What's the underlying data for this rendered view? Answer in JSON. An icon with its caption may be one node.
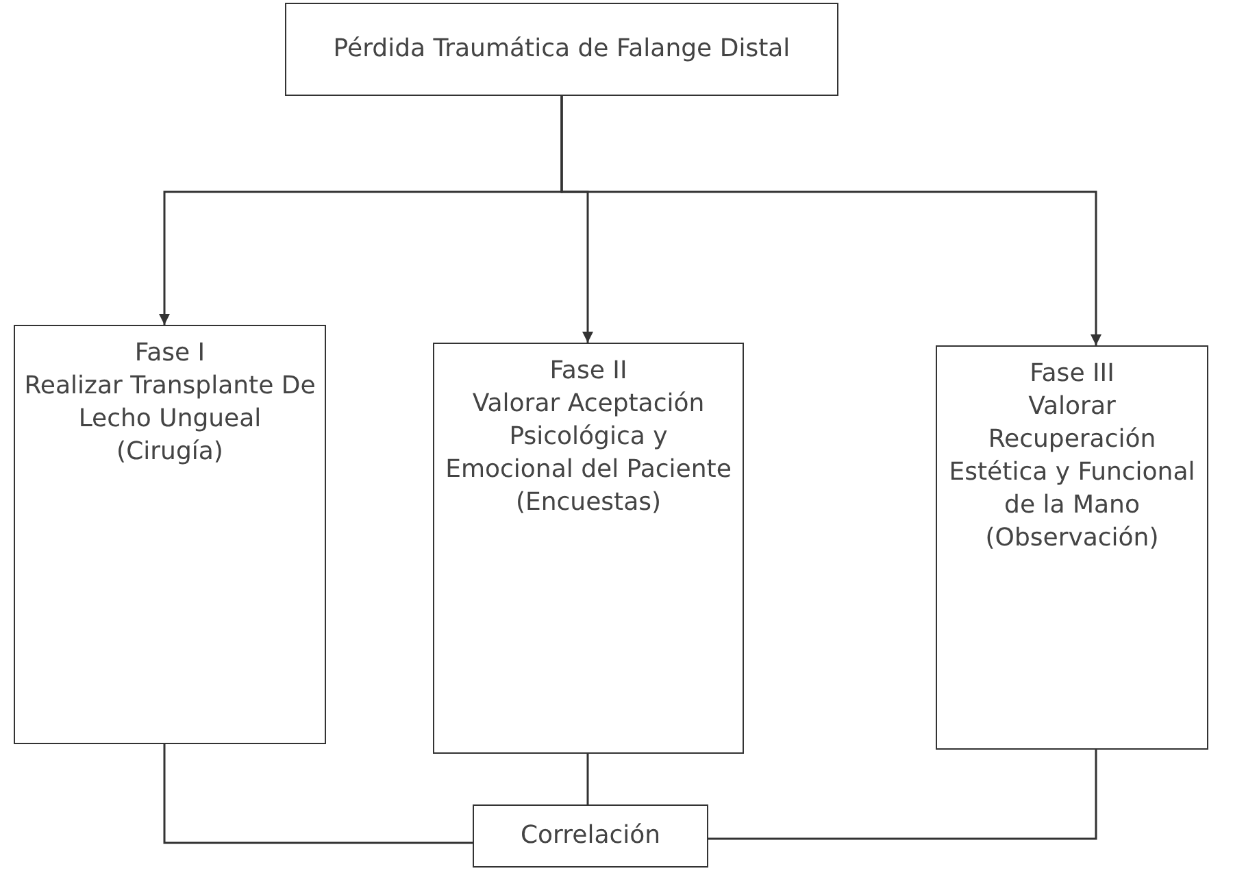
{
  "diagram": {
    "nodes": [
      {
        "text": [
          "Pérdida Traumática de Falange Distal"
        ]
      },
      {
        "text": [
          "Fase I",
          "Realizar Transplante De Lecho Ungueal (Cirugía)"
        ]
      },
      {
        "text": [
          "Fase II",
          "Valorar Aceptación Psicológica y Emocional del Paciente (Encuestas)"
        ]
      },
      {
        "text": [
          "Fase III",
          "Valorar Recuperación Estética y Funcional de la Mano (Observación)"
        ]
      },
      {
        "text": [
          "Correlación"
        ]
      }
    ],
    "edges": [
      {
        "from": 0,
        "to": 1,
        "arrow": "to"
      },
      {
        "from": 0,
        "to": 2,
        "arrow": "to"
      },
      {
        "from": 0,
        "to": 3,
        "arrow": "to"
      },
      {
        "from": 1,
        "to": 4,
        "arrow": "none"
      },
      {
        "from": 2,
        "to": 4,
        "arrow": "none"
      },
      {
        "from": 3,
        "to": 4,
        "arrow": "none"
      }
    ]
  }
}
